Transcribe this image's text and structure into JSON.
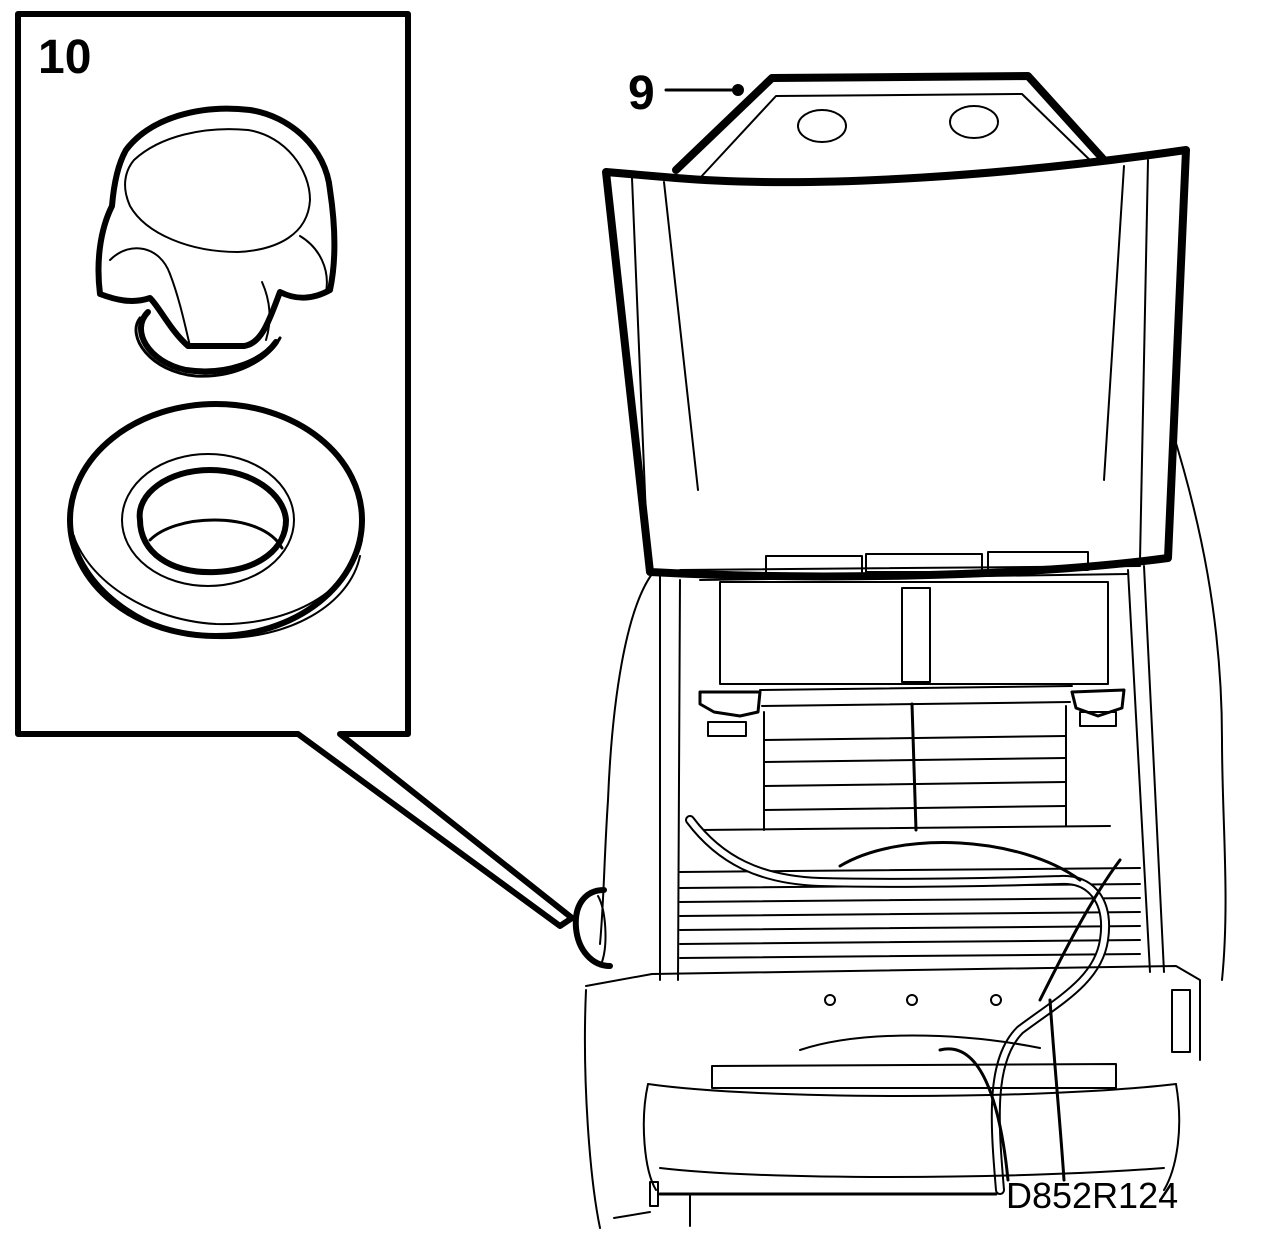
{
  "callouts": {
    "detail_number": "10",
    "part_number": "9"
  },
  "figure_ref": "D852R124",
  "colors": {
    "ink": "#000000",
    "paper": "#ffffff"
  }
}
